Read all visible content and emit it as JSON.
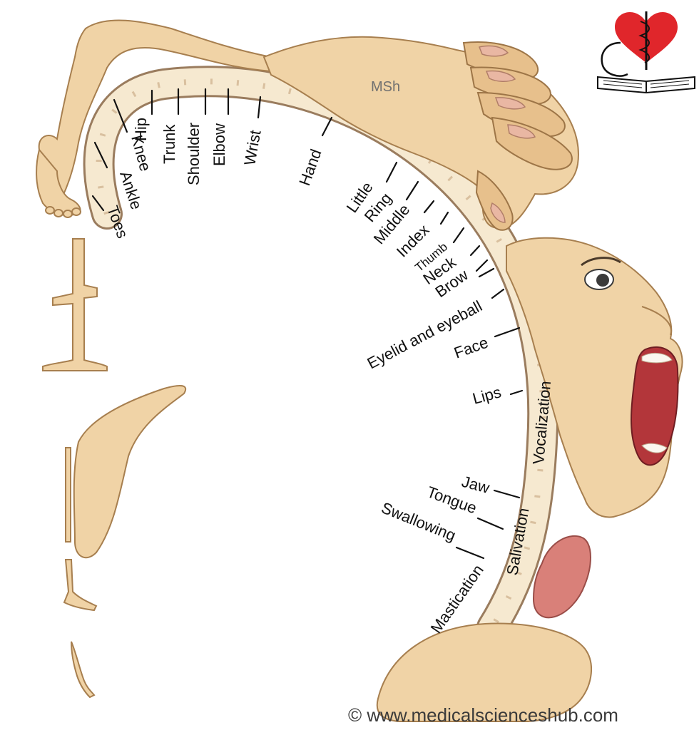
{
  "homunculus": {
    "hand_label": "MSh",
    "regions": {
      "toes": "Toes",
      "ankle": "Ankle",
      "knee": "Knee",
      "hip": "Hip",
      "trunk": "Trunk",
      "shoulder": "Shoulder",
      "elbow": "Elbow",
      "wrist": "Wrist",
      "hand": "Hand",
      "little": "Little",
      "ring": "Ring",
      "middle": "Middle",
      "index": "Index",
      "thumb": "Thumb",
      "neck": "Neck",
      "brow": "Brow",
      "eyelid": "Eyelid and eyeball",
      "face": "Face",
      "lips": "Lips",
      "vocalization": "Vocalization",
      "jaw": "Jaw",
      "tongue": "Tongue",
      "swallowing": "Swallowing",
      "salivation": "Salivation",
      "mastication": "Mastication"
    }
  },
  "watermark": "© www.medicalscienceshub.com",
  "logo": {
    "icon": "heart-stethoscope-book-logo",
    "heart_color": "#e0262b"
  }
}
